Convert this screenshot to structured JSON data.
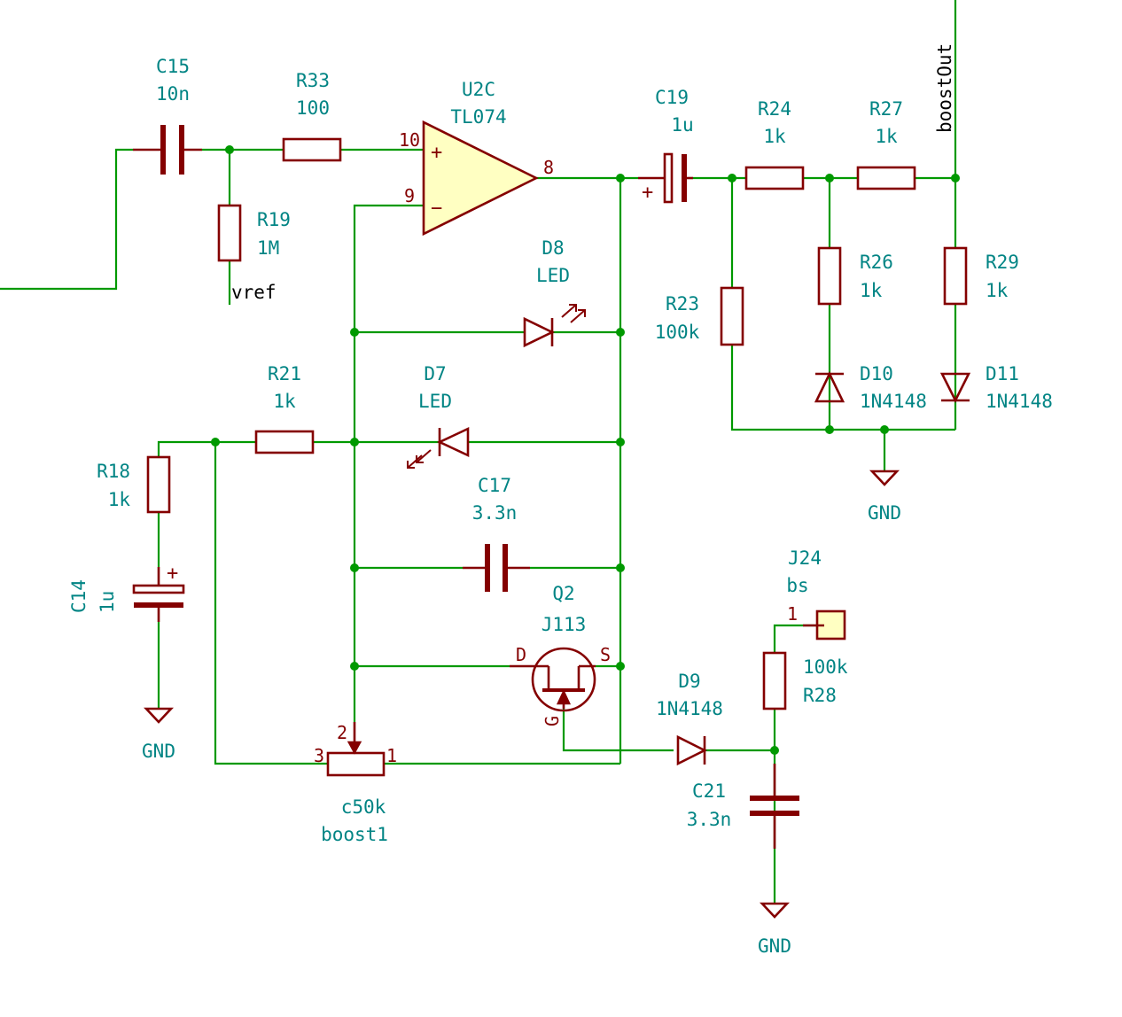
{
  "components": {
    "C15": {
      "ref": "C15",
      "value": "10n"
    },
    "R33": {
      "ref": "R33",
      "value": "100"
    },
    "R19": {
      "ref": "R19",
      "value": "1M"
    },
    "U2C": {
      "ref": "U2C",
      "value": "TL074",
      "pin_plus": "10",
      "pin_minus": "9",
      "pin_out": "8",
      "plus_sign": "+",
      "minus_sign": "−"
    },
    "C19": {
      "ref": "C19",
      "value": "1u",
      "plus_sign": "+"
    },
    "R24": {
      "ref": "R24",
      "value": "1k"
    },
    "R27": {
      "ref": "R27",
      "value": "1k"
    },
    "R26": {
      "ref": "R26",
      "value": "1k"
    },
    "R29": {
      "ref": "R29",
      "value": "1k"
    },
    "R23": {
      "ref": "R23",
      "value": "100k"
    },
    "D8": {
      "ref": "D8",
      "value": "LED"
    },
    "D7": {
      "ref": "D7",
      "value": "LED"
    },
    "D10": {
      "ref": "D10",
      "value": "1N4148"
    },
    "D11": {
      "ref": "D11",
      "value": "1N4148"
    },
    "R21": {
      "ref": "R21",
      "value": "1k"
    },
    "R18": {
      "ref": "R18",
      "value": "1k"
    },
    "C14": {
      "ref": "C14",
      "value": "1u",
      "plus_sign": "+"
    },
    "C17": {
      "ref": "C17",
      "value": "3.3n"
    },
    "Q2": {
      "ref": "Q2",
      "value": "J113",
      "pin_d": "D",
      "pin_s": "S",
      "pin_g": "G"
    },
    "J24": {
      "ref": "J24",
      "value": "bs",
      "pin": "1"
    },
    "R28": {
      "ref": "R28",
      "value": "100k"
    },
    "D9": {
      "ref": "D9",
      "value": "1N4148"
    },
    "C21": {
      "ref": "C21",
      "value": "3.3n"
    },
    "boost1": {
      "ref": "boost1",
      "value": "c50k",
      "pin1": "1",
      "pin2": "2",
      "pin3": "3"
    }
  },
  "net_labels": {
    "vref": "vref",
    "boostOut": "boostOut"
  },
  "power": {
    "gnd1": "GND",
    "gnd2": "GND",
    "gnd3": "GND"
  },
  "colors": {
    "wire": "#009900",
    "component": "#840000",
    "text": "#008484",
    "fill": "#ffffc2"
  }
}
